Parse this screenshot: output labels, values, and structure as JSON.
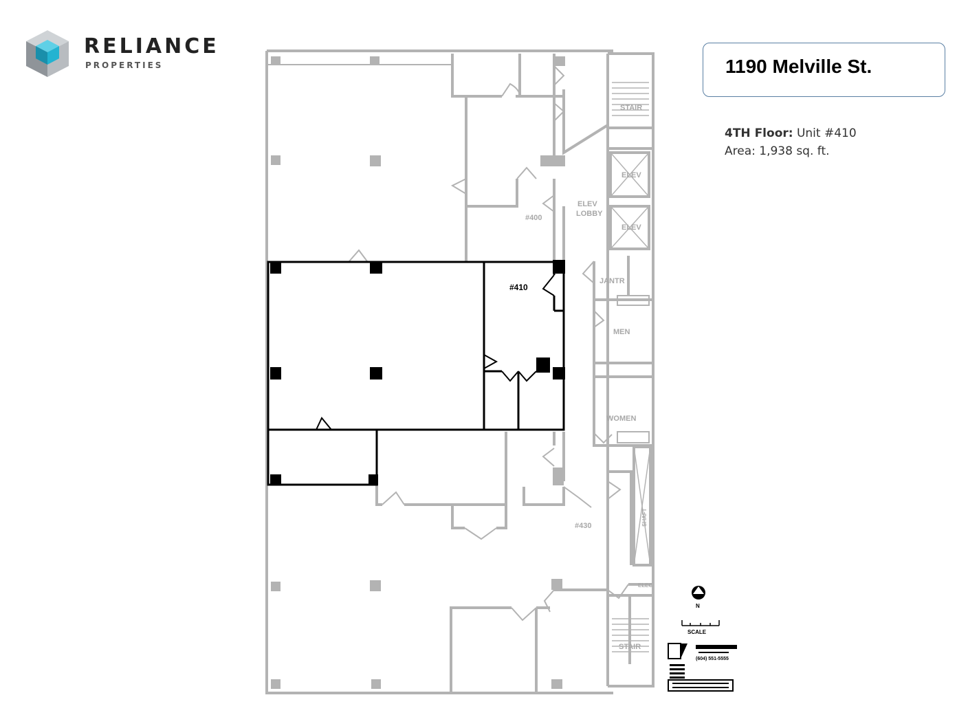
{
  "brand": {
    "name": "RELIANCE",
    "sub": "PROPERTIES"
  },
  "address": "1190 Melville St.",
  "unit_info": {
    "floor_label": "4TH Floor:",
    "unit": "Unit #410",
    "area": "Area: 1,938 sq. ft."
  },
  "plan_labels": {
    "stair_top": "STAIR",
    "elev1": "ELEV",
    "elev2": "ELEV",
    "elev_lobby_1": "ELEV",
    "elev_lobby_2": "LOBBY",
    "unit_400": "#400",
    "unit_410": "#410",
    "unit_430": "#430",
    "janitor": "JANTR",
    "men": "MEN",
    "women": "WOMEN",
    "shaft": "SHAFT",
    "elec": "ELEC",
    "stair_bottom": "STAIR",
    "north": "N",
    "scale": "SCALE",
    "stamp_phone": "(604) 551-5555"
  },
  "colors": {
    "plan_grey": "#b3b3b3",
    "highlight": "#000000",
    "logo_teal": "#1fa6c4"
  }
}
